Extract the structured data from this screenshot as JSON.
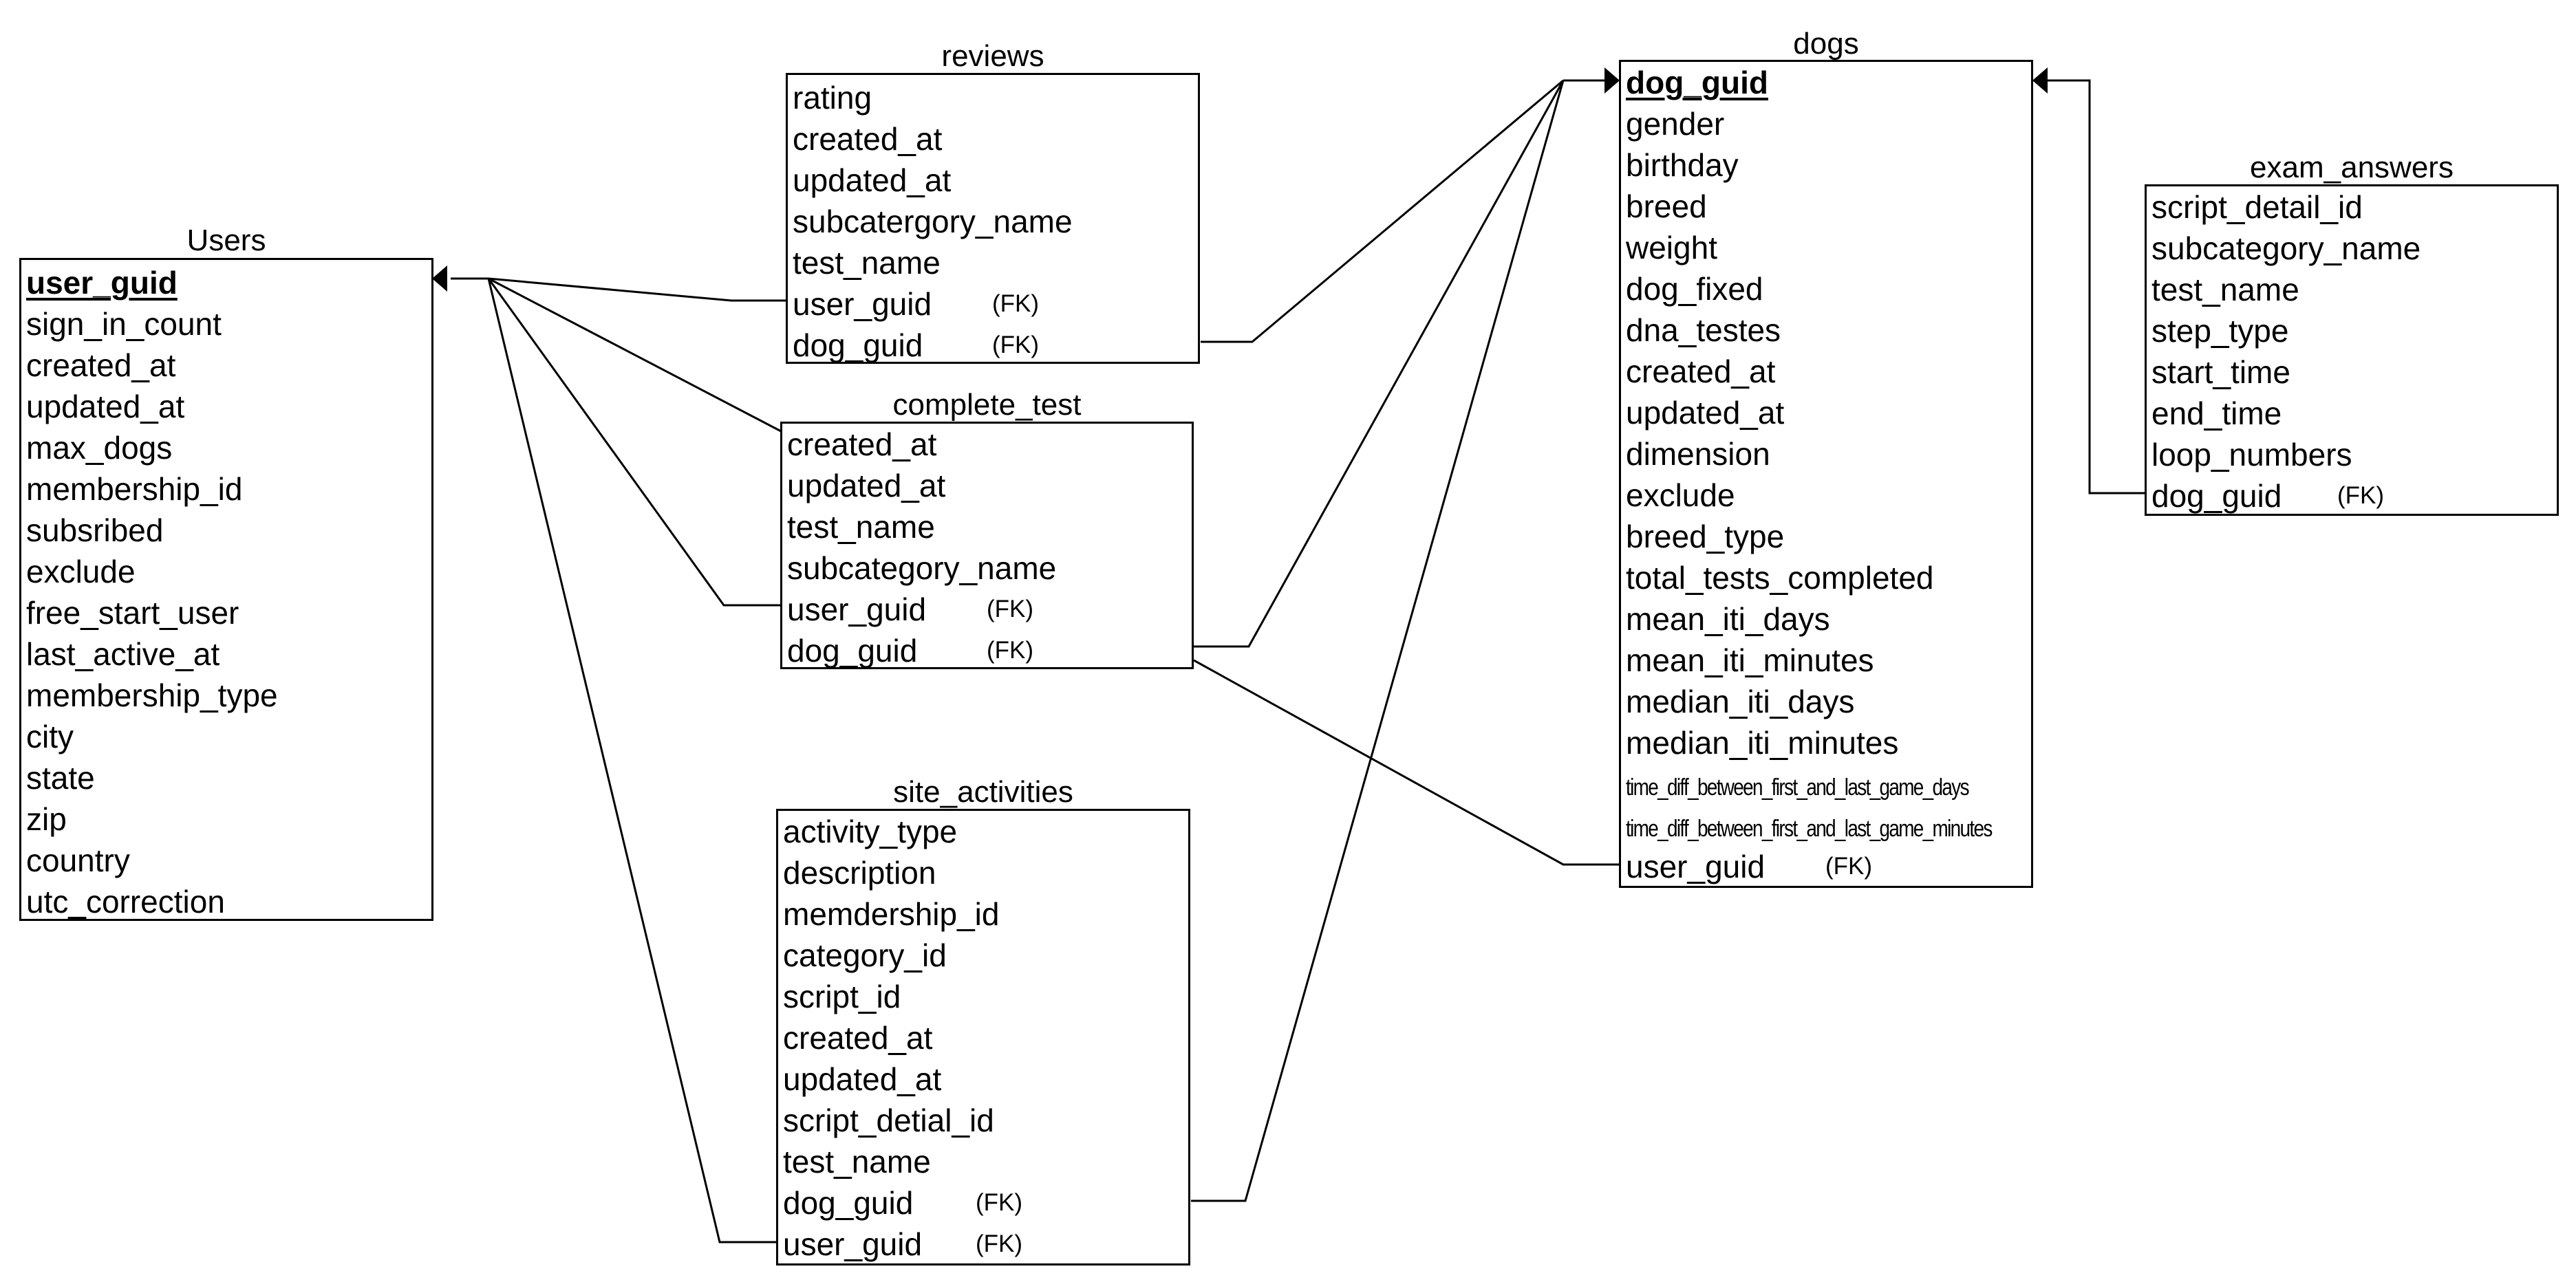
{
  "entities": {
    "users": {
      "title": "Users",
      "fields": [
        {
          "name": "user_guid",
          "pk": true
        },
        {
          "name": "sign_in_count"
        },
        {
          "name": "created_at"
        },
        {
          "name": "updated_at"
        },
        {
          "name": "max_dogs"
        },
        {
          "name": "membership_id"
        },
        {
          "name": "subsribed"
        },
        {
          "name": "exclude"
        },
        {
          "name": "free_start_user"
        },
        {
          "name": "last_active_at"
        },
        {
          "name": "membership_type"
        },
        {
          "name": "city"
        },
        {
          "name": "state"
        },
        {
          "name": "zip"
        },
        {
          "name": "country"
        },
        {
          "name": "utc_correction"
        }
      ]
    },
    "reviews": {
      "title": "reviews",
      "fields": [
        {
          "name": "rating"
        },
        {
          "name": "created_at"
        },
        {
          "name": "updated_at"
        },
        {
          "name": "subcatergory_name"
        },
        {
          "name": "test_name"
        },
        {
          "name": "user_guid",
          "fk": "(FK)"
        },
        {
          "name": "dog_guid",
          "fk": "(FK)"
        }
      ]
    },
    "complete_test": {
      "title": "complete_test",
      "fields": [
        {
          "name": "created_at"
        },
        {
          "name": "updated_at"
        },
        {
          "name": "test_name"
        },
        {
          "name": "subcategory_name"
        },
        {
          "name": "user_guid",
          "fk": "(FK)"
        },
        {
          "name": "dog_guid",
          "fk": "(FK)"
        }
      ]
    },
    "site_activities": {
      "title": "site_activities",
      "fields": [
        {
          "name": "activity_type"
        },
        {
          "name": "description"
        },
        {
          "name": "memdership_id"
        },
        {
          "name": "category_id"
        },
        {
          "name": "script_id"
        },
        {
          "name": "created_at"
        },
        {
          "name": "updated_at"
        },
        {
          "name": "script_detial_id"
        },
        {
          "name": "test_name"
        },
        {
          "name": "dog_guid",
          "fk": "(FK)"
        },
        {
          "name": "user_guid",
          "fk": "(FK)"
        }
      ]
    },
    "dogs": {
      "title": "dogs",
      "fields": [
        {
          "name": "dog_guid",
          "pk": true
        },
        {
          "name": "gender"
        },
        {
          "name": "birthday"
        },
        {
          "name": "breed"
        },
        {
          "name": "weight"
        },
        {
          "name": "dog_fixed"
        },
        {
          "name": "dna_testes"
        },
        {
          "name": "created_at"
        },
        {
          "name": "updated_at"
        },
        {
          "name": "dimension"
        },
        {
          "name": "exclude"
        },
        {
          "name": "breed_type"
        },
        {
          "name": "total_tests_completed"
        },
        {
          "name": "mean_iti_days"
        },
        {
          "name": "mean_iti_minutes"
        },
        {
          "name": "median_iti_days"
        },
        {
          "name": "median_iti_minutes"
        },
        {
          "name": "time_diff_between_first_and_last_game_days",
          "small": true
        },
        {
          "name": "time_diff_between_first_and_last_game_minutes",
          "small": true
        },
        {
          "name": "user_guid",
          "fk": "(FK)"
        }
      ]
    },
    "exam_answers": {
      "title": "exam_answers",
      "fields": [
        {
          "name": "script_detail_id"
        },
        {
          "name": "subcategory_name"
        },
        {
          "name": "test_name"
        },
        {
          "name": "step_type"
        },
        {
          "name": "start_time"
        },
        {
          "name": "end_time"
        },
        {
          "name": "loop_numbers"
        },
        {
          "name": "dog_guid",
          "fk": "(FK)"
        }
      ]
    }
  },
  "relationships": [
    {
      "from": "reviews.user_guid",
      "to": "users.user_guid"
    },
    {
      "from": "complete_test.user_guid",
      "to": "users.user_guid"
    },
    {
      "from": "site_activities.user_guid",
      "to": "users.user_guid"
    },
    {
      "from": "reviews.dog_guid",
      "to": "dogs.dog_guid"
    },
    {
      "from": "complete_test.dog_guid",
      "to": "dogs.dog_guid"
    },
    {
      "from": "site_activities.dog_guid",
      "to": "dogs.dog_guid"
    },
    {
      "from": "dogs.user_guid",
      "to": "complete_test.dog_guid"
    },
    {
      "from": "exam_answers.dog_guid",
      "to": "dogs.dog_guid"
    }
  ],
  "colors": {
    "line": "#000000",
    "background": "#ffffff"
  }
}
